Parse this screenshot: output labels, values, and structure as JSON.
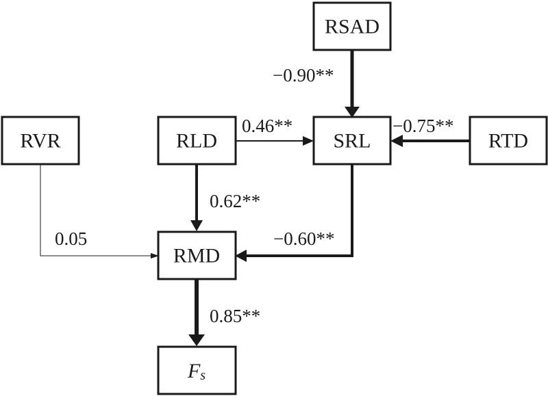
{
  "nodes": {
    "rsad": "RSAD",
    "rvr": "RVR",
    "rld": "RLD",
    "srl": "SRL",
    "rtd": "RTD",
    "rmd": "RMD",
    "fs_main": "F",
    "fs_sub": "s"
  },
  "edges": {
    "rsad_srl": "−0.90**",
    "rld_srl": "0.46**",
    "rtd_srl": "−0.75**",
    "rld_rmd": "0.62**",
    "rvr_rmd": "0.05",
    "srl_rmd": "−0.60**",
    "rmd_fs": "0.85**"
  },
  "colors": {
    "ink": "#1a1a1a",
    "background": "#ffffff"
  }
}
